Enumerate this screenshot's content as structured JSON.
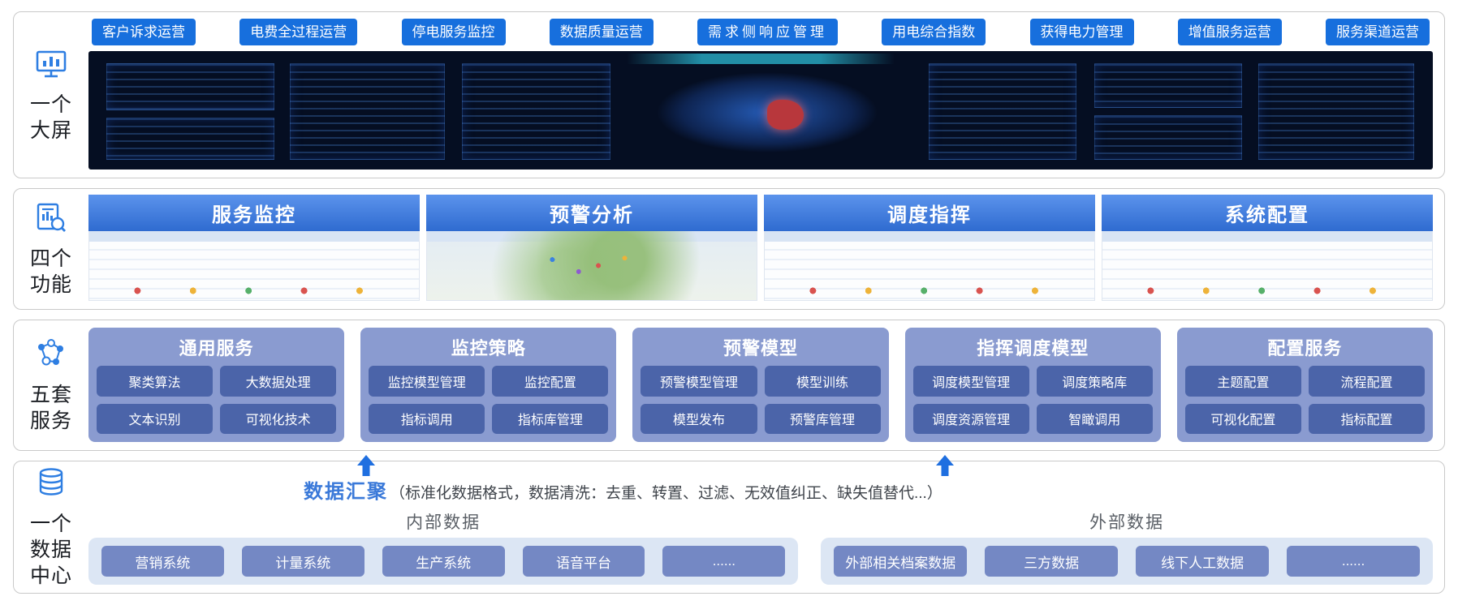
{
  "sections": {
    "screen": {
      "side_label": "一个\n大屏",
      "tabs": [
        "客户诉求运营",
        "电费全过程运营",
        "停电服务监控",
        "数据质量运营",
        "需求侧响应管理",
        "用电综合指数",
        "获得电力管理",
        "增值服务运营",
        "服务渠道运营"
      ]
    },
    "functions": {
      "side_label": "四个\n功能",
      "panels": [
        {
          "title": "服务监控"
        },
        {
          "title": "预警分析"
        },
        {
          "title": "调度指挥"
        },
        {
          "title": "系统配置"
        }
      ]
    },
    "services": {
      "side_label": "五套\n服务",
      "groups": [
        {
          "title": "通用服务",
          "items": [
            "聚类算法",
            "大数据处理",
            "文本识别",
            "可视化技术"
          ]
        },
        {
          "title": "监控策略",
          "items": [
            "监控模型管理",
            "监控配置",
            "指标调用",
            "指标库管理"
          ]
        },
        {
          "title": "预警模型",
          "items": [
            "预警模型管理",
            "模型训练",
            "模型发布",
            "预警库管理"
          ]
        },
        {
          "title": "指挥调度模型",
          "items": [
            "调度模型管理",
            "调度策略库",
            "调度资源管理",
            "智瞰调用"
          ]
        },
        {
          "title": "配置服务",
          "items": [
            "主题配置",
            "流程配置",
            "可视化配置",
            "指标配置"
          ]
        }
      ]
    },
    "datacenter": {
      "side_label": "一个\n数据\n中心",
      "heading_main": "数据汇聚",
      "heading_note": "（标准化数据格式，数据清洗：去重、转置、过滤、无效值纠正、缺失值替代...）",
      "areas": [
        {
          "label": "内部数据",
          "items": [
            "营销系统",
            "计量系统",
            "生产系统",
            "语音平台",
            "......"
          ]
        },
        {
          "label": "外部数据",
          "items": [
            "外部相关档案数据",
            "三方数据",
            "线下人工数据",
            "......"
          ]
        }
      ]
    }
  },
  "colors": {
    "accent_blue": "#176fdd",
    "function_header_blue": "#2f6bd0",
    "service_group_bg": "#8a9bd0",
    "service_item_bg": "#4b64a9",
    "data_area_bg": "#dce6f4",
    "data_item_bg": "#7488c4",
    "arrow_blue": "#1f6fe0",
    "dashboard_bg": "#050e22"
  }
}
